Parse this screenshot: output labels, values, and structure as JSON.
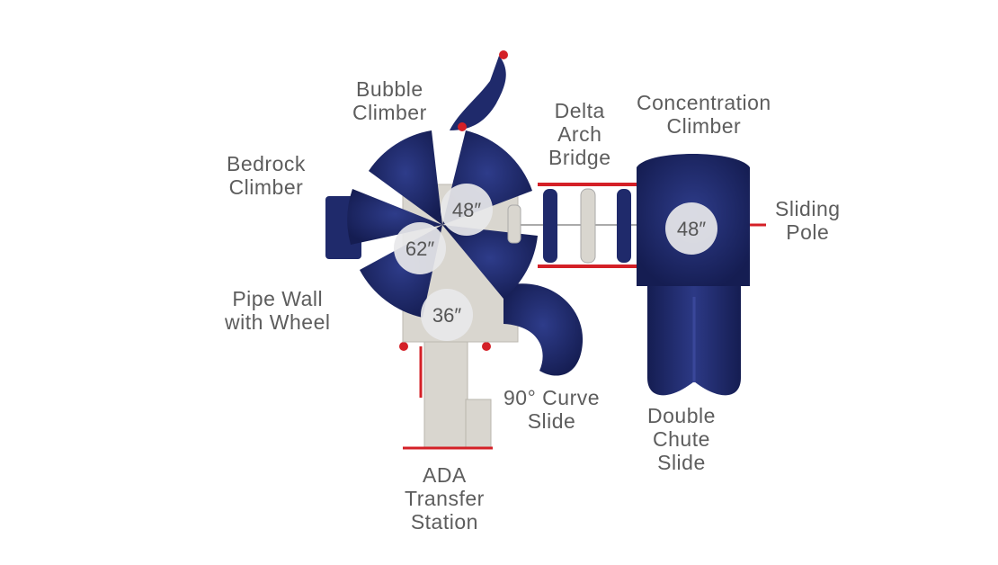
{
  "colors": {
    "navy": "#1f2a6b",
    "navy_dark": "#141c4f",
    "red": "#d42027",
    "deck": "#d9d6cf",
    "label_text": "#5d5d5d",
    "badge_fill": "#e8e8ea"
  },
  "labels": {
    "bubble_climber": [
      "Bubble",
      "Climber"
    ],
    "bedrock_climber": [
      "Bedrock",
      "Climber"
    ],
    "pipe_wall": [
      "Pipe Wall",
      "with Wheel"
    ],
    "delta_arch_bridge": [
      "Delta",
      "Arch",
      "Bridge"
    ],
    "concentration_climber": [
      "Concentration",
      "Climber"
    ],
    "sliding_pole": [
      "Sliding",
      "Pole"
    ],
    "curve_slide": [
      "90° Curve",
      "Slide"
    ],
    "double_chute_slide": [
      "Double",
      "Chute",
      "Slide"
    ],
    "ada_transfer": [
      "ADA",
      "Transfer",
      "Station"
    ]
  },
  "deck_heights": {
    "deck_a": "48″",
    "deck_b": "62″",
    "deck_c": "36″",
    "deck_d": "48″"
  }
}
